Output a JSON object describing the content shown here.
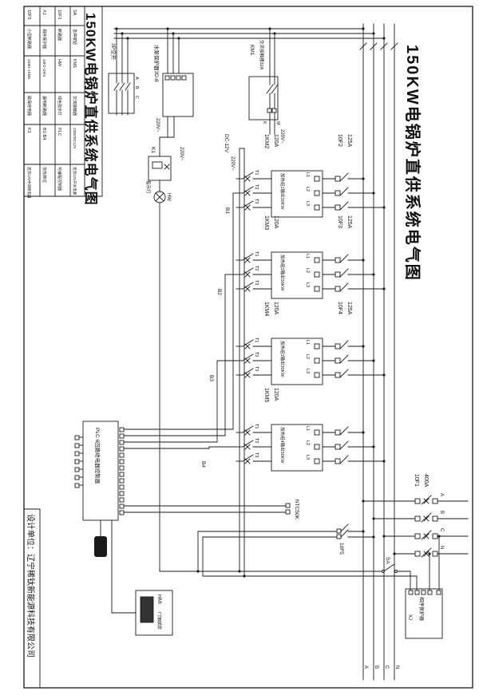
{
  "page": {
    "title": "150KW电锅炉直供系统电气图",
    "designer": "设计单位：辽宁稀钛新能源科技有限公司"
  },
  "legend": {
    "rows": [
      {
        "code1": "SA",
        "desc1": "急停按钮",
        "code2": "KM1",
        "desc2": "交流接触器",
        "code3": "220V/DC12V",
        "desc3": "直流12V开关电源"
      },
      {
        "code1": "10F1",
        "desc1": "断路器",
        "code2": "HW",
        "desc2": "绿色指示灯",
        "code3": "PLC",
        "desc3": "可编程控制器"
      },
      {
        "code1": "XJ",
        "desc1": "相序保护器",
        "code2": "10F2-10F4",
        "desc2": "漏电断路器",
        "code3": "B1-B4",
        "desc3": "加热档位"
      },
      {
        "code1": "10F5",
        "desc1": "小型断路器",
        "code2": "1KM1-1KM5",
        "desc2": "磁保继电器",
        "code3": "K1",
        "desc3": "直流12V中间继电器"
      }
    ]
  },
  "circuit": {
    "breaker3p": {
      "label": "3P空开",
      "phases": [
        "A",
        "B",
        "C"
      ]
    },
    "pump_protector": {
      "label": "水泵保护器3D-8"
    },
    "km1": {
      "name": "KM1",
      "desc": "交流接触器32A",
      "term_k": "K",
      "term_m": "M"
    },
    "v220": "220V~",
    "dc12": "DC-12V",
    "k1": {
      "label": "K1"
    },
    "lamp": {
      "label": "指示灯",
      "code": "HW"
    },
    "contact_labels": {
      "t": [
        "T1",
        "T2",
        "T3"
      ],
      "l": [
        "L1",
        "L2",
        "L3"
      ]
    },
    "branches": [
      {
        "relay": "1KM2",
        "amps": "120A",
        "heater": "加热组1输出30KW",
        "breaker": "10F2",
        "bamps": "125A",
        "ctrl": "B1"
      },
      {
        "relay": "1KM3",
        "amps": "120A",
        "heater": "加热组2输出30KW",
        "breaker": "10F3",
        "bamps": "125A",
        "ctrl": "B2"
      },
      {
        "relay": "1KM4",
        "amps": "120A",
        "heater": "加热组3输出30KW",
        "breaker": "10F4",
        "bamps": "125A",
        "ctrl": "B3"
      },
      {
        "relay": "1KM5",
        "amps": "120A",
        "heater": "加热组4输出30KW",
        "breaker": "",
        "bamps": "",
        "ctrl": "B4"
      }
    ],
    "plc": {
      "label": "PLC 6回路继电器控制器"
    },
    "ntc": {
      "label": "NTC50K"
    },
    "f5": {
      "label": "10F5"
    },
    "hmi": {
      "line1": "HMI",
      "line2": "7寸触摸屏"
    },
    "main_breaker": {
      "name": "10F1",
      "amps": "400A",
      "phases": [
        "A",
        "B",
        "C",
        "N"
      ]
    },
    "sa": {
      "label": "SA"
    },
    "xj": {
      "code": "XJ",
      "label": "相序保护器"
    },
    "bus_labels": [
      "A",
      "B",
      "C",
      "N"
    ]
  }
}
